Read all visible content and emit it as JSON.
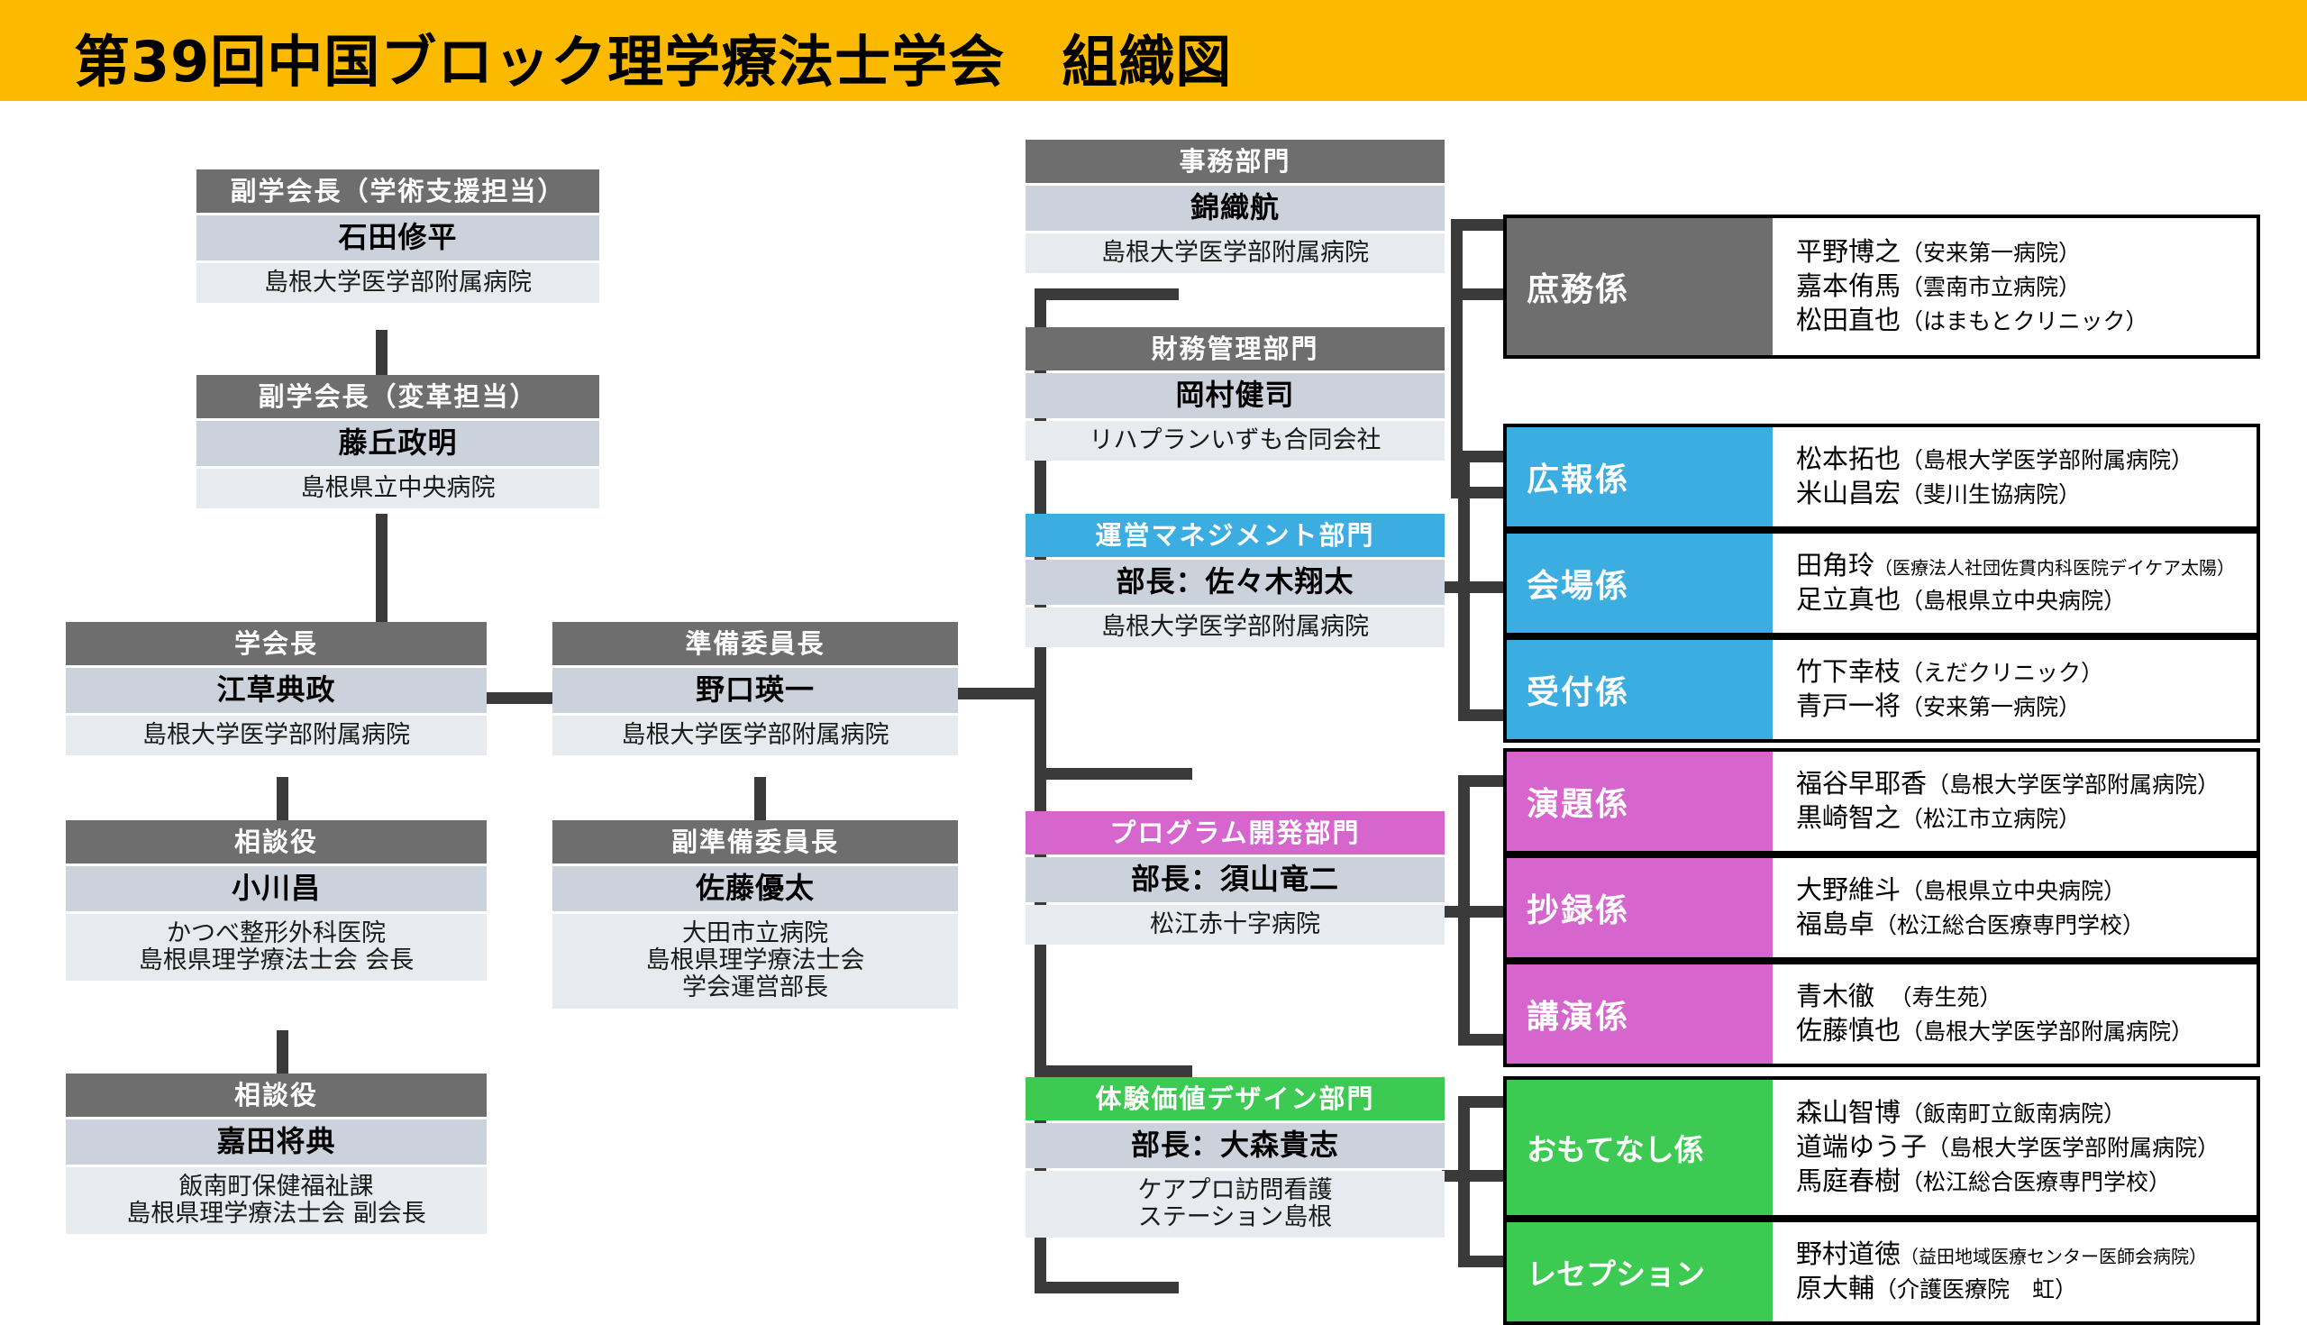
{
  "header": {
    "title": "第39回中国ブロック理学療法士学会　組織図",
    "bar_color": "#fbba00"
  },
  "colors": {
    "header_gray": "#6e6e6e",
    "name_band": "#ccd2db",
    "affil_band": "#e7eaee",
    "blue": "#3bade0",
    "pink": "#d665cd",
    "green": "#3cca52",
    "connector": "#3a3a3a"
  },
  "left_column": {
    "vice_chair_academic": {
      "role": "副学会長（学術支援担当）",
      "name": "石田修平",
      "affiliation": "島根大学医学部附属病院"
    },
    "vice_chair_reform": {
      "role": "副学会長（変革担当）",
      "name": "藤丘政明",
      "affiliation": "島根県立中央病院"
    },
    "chair": {
      "role": "学会長",
      "name": "江草典政",
      "affiliation": "島根大学医学部附属病院"
    },
    "advisor_1": {
      "role": "相談役",
      "name": "小川昌",
      "affiliation": "かつべ整形外科医院\n島根県理学療法士会 会長"
    },
    "advisor_2": {
      "role": "相談役",
      "name": "嘉田将典",
      "affiliation": "飯南町保健福祉課\n島根県理学療法士会 副会長"
    }
  },
  "second_column": {
    "prep_chair": {
      "role": "準備委員長",
      "name": "野口瑛一",
      "affiliation": "島根大学医学部附属病院"
    },
    "vice_prep_chair": {
      "role": "副準備委員長",
      "name": "佐藤優太",
      "affiliation": "大田市立病院\n島根県理学療法士会\n学会運営部長"
    }
  },
  "departments": [
    {
      "id": "office",
      "title": "事務部門",
      "title_color": "gray",
      "name": "錦織航",
      "affiliation": "島根大学医学部附属病院"
    },
    {
      "id": "finance",
      "title": "財務管理部門",
      "title_color": "gray",
      "name": "岡村健司",
      "affiliation": "リハプランいずも合同会社"
    },
    {
      "id": "operations",
      "title": "運営マネジメント部門",
      "title_color": "blue",
      "name": "部長：佐々木翔太",
      "affiliation": "島根大学医学部附属病院"
    },
    {
      "id": "program",
      "title": "プログラム開発部門",
      "title_color": "pink",
      "name": "部長：須山竜二",
      "affiliation": "松江赤十字病院"
    },
    {
      "id": "experience",
      "title": "体験価値デザイン部門",
      "title_color": "green",
      "name": "部長：大森貴志",
      "affiliation": "ケアプロ訪問看護\nステーション島根"
    }
  ],
  "sections": [
    {
      "id": "general-affairs",
      "label": "庶務係",
      "color": "gray",
      "members": [
        {
          "name": "平野博之",
          "org": "（安来第一病院）",
          "org_size": "normal"
        },
        {
          "name": "嘉本侑馬",
          "org": "（雲南市立病院）",
          "org_size": "normal"
        },
        {
          "name": "松田直也",
          "org": "（はまもとクリニック）",
          "org_size": "normal"
        }
      ]
    },
    {
      "id": "public-relations",
      "label": "広報係",
      "color": "blue",
      "members": [
        {
          "name": "松本拓也",
          "org": "（島根大学医学部附属病院）",
          "org_size": "normal"
        },
        {
          "name": "米山昌宏",
          "org": "（斐川生協病院）",
          "org_size": "normal"
        }
      ]
    },
    {
      "id": "venue",
      "label": "会場係",
      "color": "blue",
      "members": [
        {
          "name": "田角玲",
          "org": "（医療法人社団佐貫内科医院デイケア太陽）",
          "org_size": "tiny"
        },
        {
          "name": "足立真也",
          "org": "（島根県立中央病院）",
          "org_size": "normal"
        }
      ]
    },
    {
      "id": "reception-desk",
      "label": "受付係",
      "color": "blue",
      "members": [
        {
          "name": "竹下幸枝",
          "org": "（えだクリニック）",
          "org_size": "normal"
        },
        {
          "name": "青戸一将",
          "org": "（安来第一病院）",
          "org_size": "normal"
        }
      ]
    },
    {
      "id": "abstracts-topics",
      "label": "演題係",
      "color": "pink",
      "members": [
        {
          "name": "福谷早耶香",
          "org": "（島根大学医学部附属病院）",
          "org_size": "normal"
        },
        {
          "name": "黒崎智之",
          "org": "（松江市立病院）",
          "org_size": "normal"
        }
      ]
    },
    {
      "id": "proceedings",
      "label": "抄録係",
      "color": "pink",
      "members": [
        {
          "name": "大野維斗",
          "org": "（島根県立中央病院）",
          "org_size": "normal"
        },
        {
          "name": "福島卓",
          "org": "（松江総合医療専門学校）",
          "org_size": "normal"
        }
      ]
    },
    {
      "id": "lectures",
      "label": "講演係",
      "color": "pink",
      "members": [
        {
          "name": "青木徹　",
          "org": "（寿生苑）",
          "org_size": "normal"
        },
        {
          "name": "佐藤慎也",
          "org": "（島根大学医学部附属病院）",
          "org_size": "normal"
        }
      ]
    },
    {
      "id": "hospitality",
      "label": "おもてなし係",
      "color": "green",
      "members": [
        {
          "name": "森山智博",
          "org": "（飯南町立飯南病院）",
          "org_size": "normal"
        },
        {
          "name": "道端ゆう子",
          "org": "（島根大学医学部附属病院）",
          "org_size": "normal"
        },
        {
          "name": "馬庭春樹",
          "org": "（松江総合医療専門学校）",
          "org_size": "normal"
        }
      ]
    },
    {
      "id": "reception-party",
      "label": "レセプション",
      "color": "green",
      "members": [
        {
          "name": "野村道徳",
          "org": "（益田地域医療センター医師会病院）",
          "org_size": "tiny"
        },
        {
          "name": "原大輔",
          "org": "（介護医療院　虹）",
          "org_size": "normal"
        }
      ]
    }
  ]
}
